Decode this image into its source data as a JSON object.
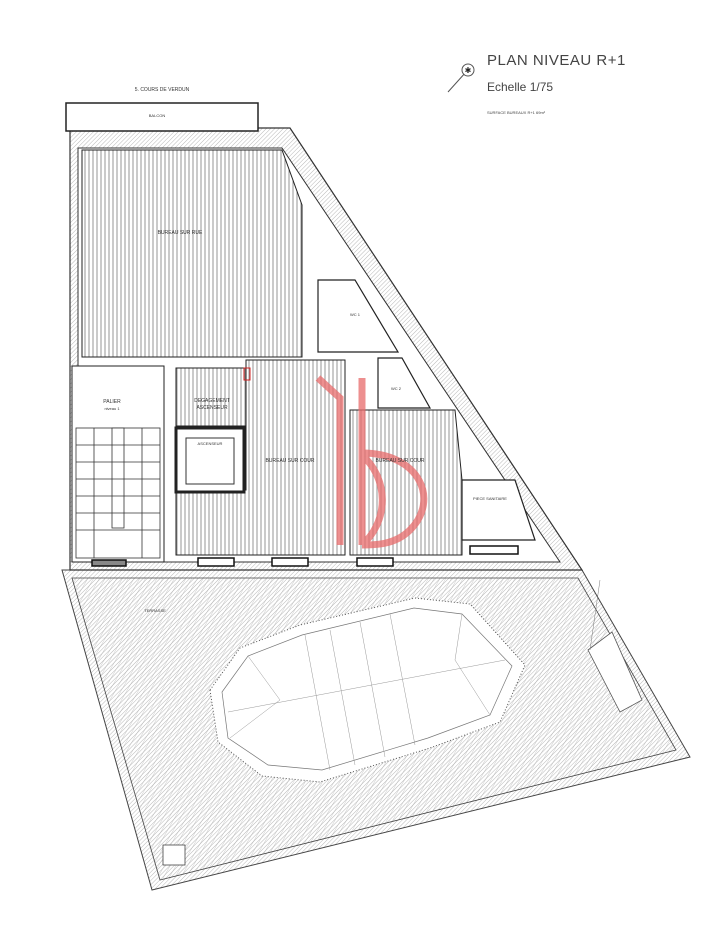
{
  "header": {
    "title": "PLAN  NIVEAU R+1",
    "scale": "Echelle 1/75",
    "surface": "SURFACE BUREAUX R+1 69m²",
    "north_icon": "north-arrow-icon"
  },
  "street": "5. COURS DE VERDUN",
  "rooms": {
    "balcon": "BALCON",
    "bureau_rue": "BUREAU SUR RUE",
    "palier": "PALIER",
    "palier_sub": "niveau 1",
    "degagement": "DEGAGEMENT",
    "degagement_sub": "ASCENSEUR",
    "ascenseur": "ASCENSEUR",
    "bureau_cour_1": "BUREAU SUR COUR",
    "bureau_cour_2": "BUREAU SUR COUR",
    "wc1": "WC 1",
    "wc2": "WC 2",
    "sanitaire": "PIECE SANITAIRE",
    "terrasse": "TERRASSE"
  },
  "colors": {
    "wall": "#222222",
    "hatch": "#9a9a9a",
    "logo": "#e86a6a",
    "annotation": "#3a3ad0",
    "accent_red": "#d02020"
  }
}
